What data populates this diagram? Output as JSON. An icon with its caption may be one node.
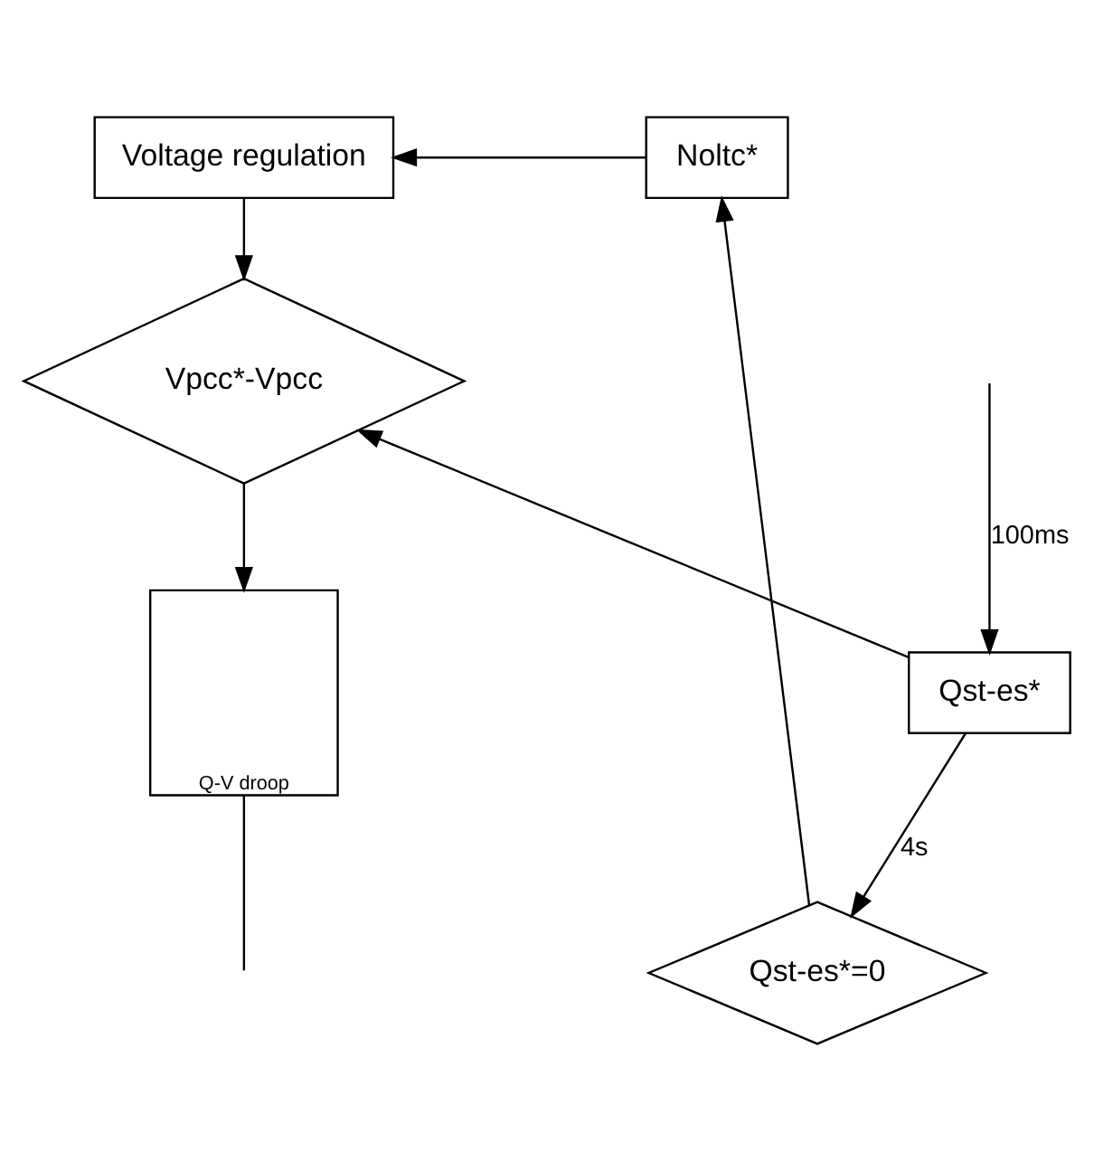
{
  "diagram": {
    "nodes": [
      {
        "text": [
          "Voltage regulation"
        ]
      },
      {
        "text": [
          "Vpcc*-Vpcc"
        ]
      },
      {
        "text": [
          "Q-V droop"
        ]
      },
      {
        "text": [
          "Qst-es*"
        ]
      },
      {
        "text": [
          "Qst-es*=0"
        ]
      },
      {
        "text": [
          "Noltc*"
        ]
      }
    ],
    "edges": [
      {
        "from": 0,
        "to": 1,
        "arrow": "to"
      },
      {
        "from": 1,
        "to": 2,
        "arrow": "to"
      },
      {
        "from": 3,
        "to": 1,
        "arrow": "to"
      },
      {
        "from": 3,
        "to": 4,
        "arrow": "to",
        "label": "4s"
      },
      {
        "from": 4,
        "to": 5,
        "arrow": "to"
      },
      {
        "from": 5,
        "to": 0,
        "arrow": "to"
      },
      {
        "from": null,
        "to": 3,
        "arrow": "to",
        "label": "100ms"
      },
      {
        "from": 2,
        "to": null,
        "arrow": "none"
      }
    ]
  }
}
